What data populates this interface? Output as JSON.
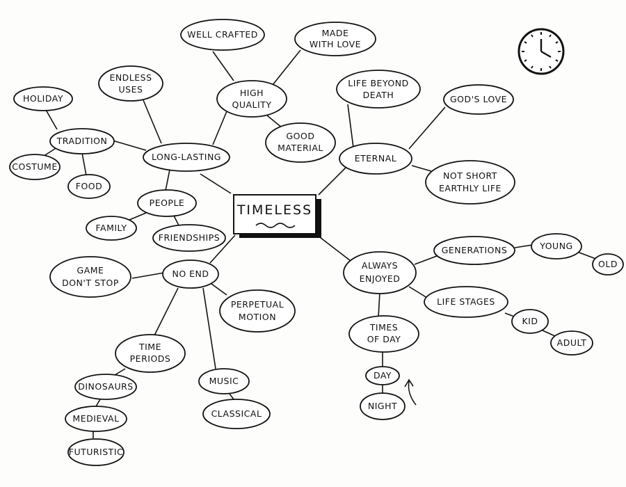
{
  "center": "TIMELESS",
  "nodes": {
    "long_lasting": "LONG-LASTING",
    "tradition": "TRADITION",
    "holiday": "HOLIDAY",
    "costume": "COSTUME",
    "food": "FOOD",
    "endless_uses": [
      "ENDLESS",
      "USES"
    ],
    "high_quality": [
      "HIGH",
      "QUALITY"
    ],
    "well_crafted": "WELL CRAFTED",
    "made_with_love": [
      "MADE",
      "WITH LOVE"
    ],
    "good_material": [
      "GOOD",
      "MATERIAL"
    ],
    "people": "PEOPLE",
    "family": "FAMILY",
    "friendships": "FRIENDSHIPS",
    "eternal": "ETERNAL",
    "life_beyond_death": [
      "LIFE BEYOND",
      "DEATH"
    ],
    "gods_love": "GOD'S LOVE",
    "not_short_earthly_life": [
      "NOT SHORT",
      "EARTHLY LIFE"
    ],
    "no_end": "NO END",
    "game_dont_stop": [
      "GAME",
      "DON'T STOP"
    ],
    "perpetual_motion": [
      "PERPETUAL",
      "MOTION"
    ],
    "time_periods": [
      "TIME",
      "PERIODS"
    ],
    "dinosaurs": "DINOSAURS",
    "medieval": "MEDIEVAL",
    "futuristic": "FUTURISTIC",
    "music": "MUSIC",
    "classical": "CLASSICAL",
    "always_enjoyed": [
      "ALWAYS",
      "ENJOYED"
    ],
    "generations": "GENERATIONS",
    "young": "YOUNG",
    "old": "OLD",
    "life_stages": "LIFE STAGES",
    "kid": "KID",
    "adult": "ADULT",
    "times_of_day": [
      "TIMES",
      "OF DAY"
    ],
    "day": "DAY",
    "night": "NIGHT"
  },
  "icons": {
    "clock": "clock-icon",
    "cycle_arrow": "curved-arrow-icon",
    "center_underline": "wavy-underline-icon"
  }
}
